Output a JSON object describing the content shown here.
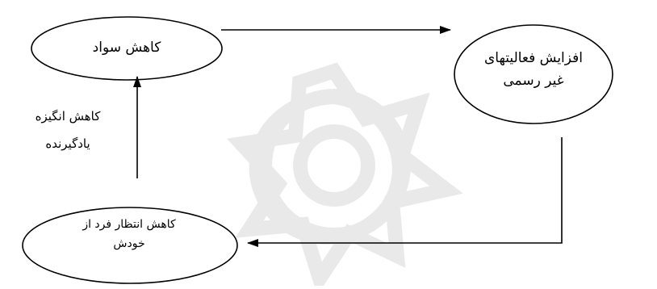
{
  "diagram": {
    "nodes": [
      {
        "id": "literacy_decline",
        "lines": [
          "کاهش سواد"
        ]
      },
      {
        "id": "informal_activities_increase",
        "lines": [
          "افزایش فعالیتهای",
          "غیر رسمی"
        ]
      },
      {
        "id": "self_expectation_decline",
        "lines": [
          "کاهش انتظار فرد از",
          "خودش"
        ]
      }
    ],
    "edges": [
      {
        "from": "literacy_decline",
        "to": "informal_activities_increase",
        "label": []
      },
      {
        "from": "informal_activities_increase",
        "to": "self_expectation_decline",
        "label": []
      },
      {
        "from": "self_expectation_decline",
        "to": "literacy_decline",
        "label": [
          "کاهش انگیزه",
          "یادگیرنده"
        ]
      }
    ]
  }
}
